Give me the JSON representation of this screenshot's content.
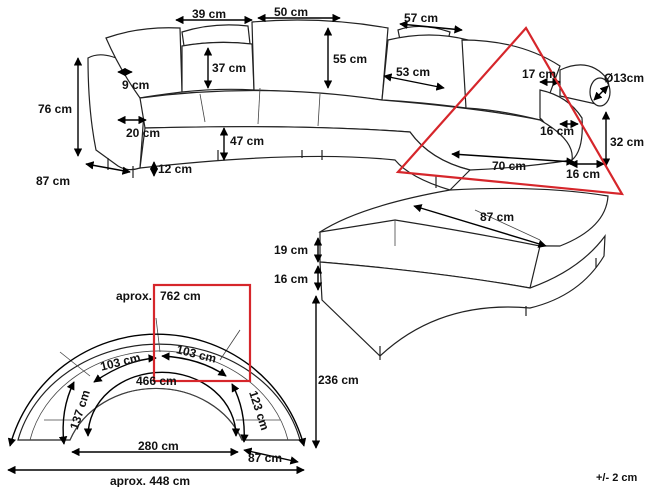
{
  "labels": {
    "back_seg_width": "39 cm",
    "back_cushion_width": "50 cm",
    "armrest_height": "37 cm",
    "back_height": "55 cm",
    "right_back_width": "57 cm",
    "cushion_53": "53 cm",
    "arm_width": "9 cm",
    "height_76": "76 cm",
    "arm_depth": "20 cm",
    "seat_height": "47 cm",
    "leg_height": "12 cm",
    "depth_87_left": "87 cm",
    "bolster_17": "17 cm",
    "bolster_dia": "Ø13cm",
    "bolster_16a": "16 cm",
    "side_32": "32 cm",
    "seat_70": "70 cm",
    "side_16": "16 cm",
    "chaise_87": "87 cm",
    "cushion_19": "19 cm",
    "base_16": "16 cm",
    "total_236": "236 cm",
    "arc_762": "762 cm",
    "arc_prefix": "aprox.",
    "seg_103_left": "103 cm",
    "seg_103_right": "103 cm",
    "inner_466": "466 cm",
    "seg_137": "137 cm",
    "seg_123": "123 cm",
    "inner_280": "280 cm",
    "end_87": "87 cm",
    "total_448": "aprox. 448 cm",
    "tolerance": "+/- 2 cm"
  }
}
